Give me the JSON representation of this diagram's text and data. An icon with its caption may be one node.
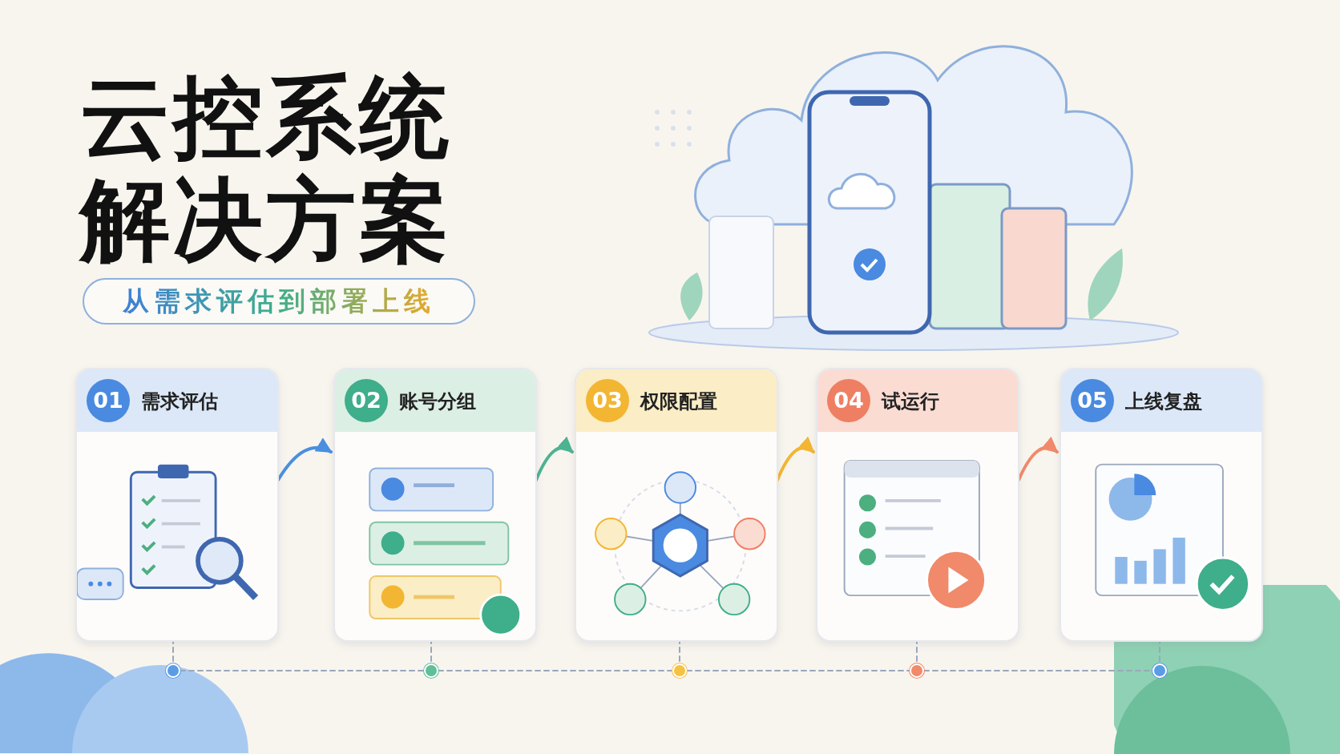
{
  "diagram": {
    "title": "云控系统解决方案",
    "nodes": [
      {
        "text": [
          "从需求评估到部署上线"
        ]
      },
      {
        "text": [
          "01",
          "需求评估"
        ]
      },
      {
        "text": [
          "02",
          "账号分组"
        ]
      },
      {
        "text": [
          "03",
          "权限配置"
        ]
      },
      {
        "text": [
          "04",
          "试运行"
        ]
      },
      {
        "text": [
          "05",
          "上线复盘"
        ]
      },
      {
        "text": [],
        "shape": "circle"
      },
      {
        "text": [],
        "shape": "circle"
      },
      {
        "text": [],
        "shape": "circle"
      },
      {
        "text": [],
        "shape": "circle"
      },
      {
        "text": [],
        "shape": "circle"
      }
    ],
    "edges": [
      {
        "from": 1,
        "to": 2,
        "arrow": "to",
        "color": "#4a8fe0"
      },
      {
        "from": 2,
        "to": 3,
        "arrow": "to",
        "color": "#4db392"
      },
      {
        "from": 3,
        "to": 4,
        "arrow": "to",
        "color": "#f2b632"
      },
      {
        "from": 4,
        "to": 5,
        "arrow": "to",
        "color": "#f08a6a"
      },
      {
        "from": 1,
        "to": 6,
        "arrow": "none",
        "style": "dashed"
      },
      {
        "from": 2,
        "to": 7,
        "arrow": "none",
        "style": "dashed"
      },
      {
        "from": 3,
        "to": 8,
        "arrow": "none",
        "style": "dashed"
      },
      {
        "from": 4,
        "to": 9,
        "arrow": "none",
        "style": "dashed"
      },
      {
        "from": 5,
        "to": 10,
        "arrow": "none",
        "style": "dashed"
      },
      {
        "from": 6,
        "to": 7,
        "arrow": "none",
        "style": "dashed"
      },
      {
        "from": 7,
        "to": 8,
        "arrow": "none",
        "style": "dashed"
      },
      {
        "from": 8,
        "to": 9,
        "arrow": "none",
        "style": "dashed"
      },
      {
        "from": 9,
        "to": 10,
        "arrow": "none",
        "style": "dashed"
      }
    ]
  }
}
